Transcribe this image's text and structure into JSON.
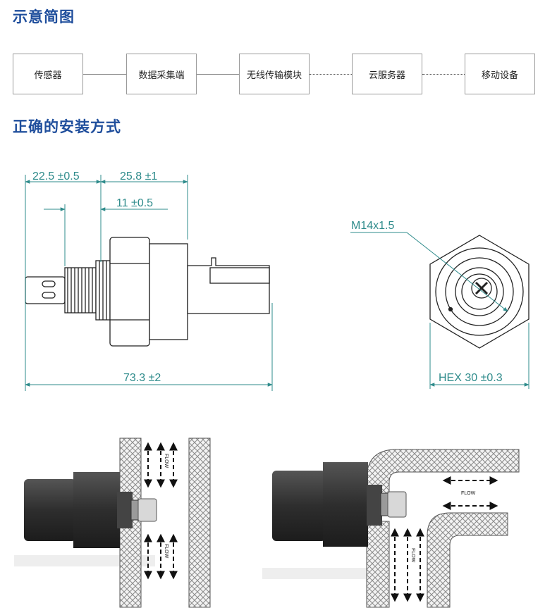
{
  "sections": {
    "diagram_title": "示意简图",
    "install_title": "正确的安装方式"
  },
  "flow": {
    "boxes": [
      "传感器",
      "数据采集端",
      "无线传输模块",
      "云服务器",
      "移动设备"
    ],
    "connectors": [
      "solid",
      "solid",
      "dotted",
      "dotted"
    ]
  },
  "dimensions": {
    "probe_length": "22.5 ±0.5",
    "body_length": "25.8 ±1",
    "thread_length": "11 ±0.5",
    "total_length": "73.3 ±2",
    "thread_spec": "M14x1.5",
    "hex_size": "HEX 30 ±0.3"
  },
  "flow_labels": {
    "vertical_top": "FLOW",
    "vertical_bottom": "FLOW",
    "horizontal": "FLOW",
    "elbow_vertical": "FLOW"
  },
  "colors": {
    "title_blue": "#1f4e9c",
    "dimension_teal": "#2e8b8b",
    "sensor_dark": "#3a3a3a"
  }
}
